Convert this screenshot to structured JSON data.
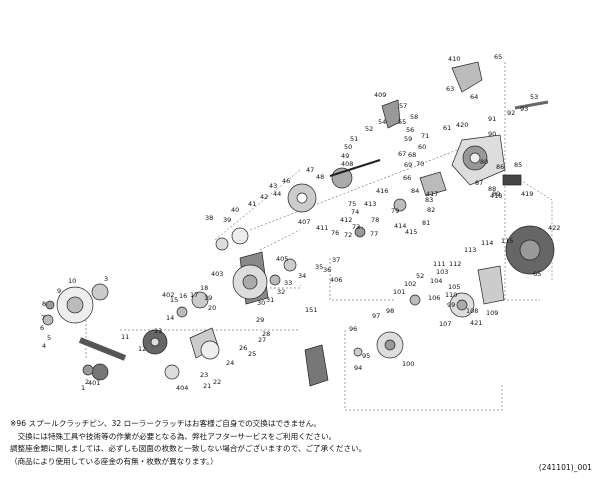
{
  "diagram": {
    "part_labels": [
      {
        "id": "410",
        "text": "410"
      },
      {
        "id": "65a",
        "text": "65"
      },
      {
        "id": "63",
        "text": "63"
      },
      {
        "id": "64",
        "text": "64"
      },
      {
        "id": "409",
        "text": "409"
      },
      {
        "id": "57",
        "text": "57"
      },
      {
        "id": "58",
        "text": "58"
      },
      {
        "id": "56",
        "text": "56"
      },
      {
        "id": "91",
        "text": "91"
      },
      {
        "id": "92",
        "text": "92"
      },
      {
        "id": "93",
        "text": "93"
      },
      {
        "id": "53",
        "text": "53"
      },
      {
        "id": "54",
        "text": "54"
      },
      {
        "id": "55",
        "text": "55"
      },
      {
        "id": "52",
        "text": "52"
      },
      {
        "id": "51",
        "text": "51"
      },
      {
        "id": "50",
        "text": "50"
      },
      {
        "id": "61",
        "text": "61"
      },
      {
        "id": "420",
        "text": "420"
      },
      {
        "id": "90",
        "text": "90"
      },
      {
        "id": "71",
        "text": "71"
      },
      {
        "id": "59",
        "text": "59"
      },
      {
        "id": "60",
        "text": "60"
      },
      {
        "id": "49",
        "text": "49"
      },
      {
        "id": "408",
        "text": "408"
      },
      {
        "id": "67",
        "text": "67"
      },
      {
        "id": "68",
        "text": "68"
      },
      {
        "id": "70",
        "text": "70"
      },
      {
        "id": "69",
        "text": "69"
      },
      {
        "id": "48",
        "text": "48"
      },
      {
        "id": "47",
        "text": "47"
      },
      {
        "id": "46",
        "text": "46"
      },
      {
        "id": "80",
        "text": "80"
      },
      {
        "id": "86",
        "text": "86"
      },
      {
        "id": "85",
        "text": "85"
      },
      {
        "id": "87",
        "text": "87"
      },
      {
        "id": "88",
        "text": "88"
      },
      {
        "id": "89",
        "text": "89"
      },
      {
        "id": "66",
        "text": "66"
      },
      {
        "id": "416",
        "text": "416"
      },
      {
        "id": "84",
        "text": "84"
      },
      {
        "id": "417",
        "text": "417"
      },
      {
        "id": "418",
        "text": "418"
      },
      {
        "id": "419",
        "text": "419"
      },
      {
        "id": "43",
        "text": "43"
      },
      {
        "id": "44",
        "text": "44"
      },
      {
        "id": "42",
        "text": "42"
      },
      {
        "id": "41",
        "text": "41"
      },
      {
        "id": "40",
        "text": "40"
      },
      {
        "id": "39",
        "text": "39"
      },
      {
        "id": "38",
        "text": "38"
      },
      {
        "id": "75",
        "text": "75"
      },
      {
        "id": "74",
        "text": "74"
      },
      {
        "id": "413",
        "text": "413"
      },
      {
        "id": "412",
        "text": "412"
      },
      {
        "id": "73",
        "text": "73"
      },
      {
        "id": "72",
        "text": "72"
      },
      {
        "id": "411",
        "text": "411"
      },
      {
        "id": "76",
        "text": "76"
      },
      {
        "id": "407",
        "text": "407"
      },
      {
        "id": "77",
        "text": "77"
      },
      {
        "id": "414",
        "text": "414"
      },
      {
        "id": "415",
        "text": "415"
      },
      {
        "id": "83",
        "text": "83"
      },
      {
        "id": "81",
        "text": "81"
      },
      {
        "id": "82",
        "text": "82"
      },
      {
        "id": "79",
        "text": "79"
      },
      {
        "id": "78",
        "text": "78"
      },
      {
        "id": "37",
        "text": "37"
      },
      {
        "id": "36",
        "text": "36"
      },
      {
        "id": "35",
        "text": "35"
      },
      {
        "id": "34",
        "text": "34"
      },
      {
        "id": "33",
        "text": "33"
      },
      {
        "id": "32",
        "text": "32"
      },
      {
        "id": "31",
        "text": "31"
      },
      {
        "id": "30",
        "text": "30"
      },
      {
        "id": "406",
        "text": "406"
      },
      {
        "id": "403",
        "text": "403"
      },
      {
        "id": "405",
        "text": "405"
      },
      {
        "id": "422",
        "text": "422"
      },
      {
        "id": "115",
        "text": "115"
      },
      {
        "id": "65b",
        "text": "65"
      },
      {
        "id": "114",
        "text": "114"
      },
      {
        "id": "113",
        "text": "113"
      },
      {
        "id": "111",
        "text": "111"
      },
      {
        "id": "112",
        "text": "112"
      },
      {
        "id": "103",
        "text": "103"
      },
      {
        "id": "52b",
        "text": "52"
      },
      {
        "id": "104",
        "text": "104"
      },
      {
        "id": "102",
        "text": "102"
      },
      {
        "id": "101",
        "text": "101"
      },
      {
        "id": "105",
        "text": "105"
      },
      {
        "id": "106",
        "text": "106"
      },
      {
        "id": "99",
        "text": "99"
      },
      {
        "id": "110",
        "text": "110"
      },
      {
        "id": "108",
        "text": "108"
      },
      {
        "id": "109",
        "text": "109"
      },
      {
        "id": "421",
        "text": "421"
      },
      {
        "id": "107",
        "text": "107"
      },
      {
        "id": "98",
        "text": "98"
      },
      {
        "id": "97",
        "text": "97"
      },
      {
        "id": "96",
        "text": "96"
      },
      {
        "id": "95",
        "text": "95"
      },
      {
        "id": "94",
        "text": "94"
      },
      {
        "id": "100",
        "text": "100"
      },
      {
        "id": "151",
        "text": "151"
      },
      {
        "id": "10",
        "text": "10"
      },
      {
        "id": "3",
        "text": "3"
      },
      {
        "id": "9",
        "text": "9"
      },
      {
        "id": "8",
        "text": "8"
      },
      {
        "id": "7",
        "text": "7"
      },
      {
        "id": "6",
        "text": "6"
      },
      {
        "id": "5",
        "text": "5"
      },
      {
        "id": "4",
        "text": "4"
      },
      {
        "id": "2",
        "text": "2"
      },
      {
        "id": "1",
        "text": "1"
      },
      {
        "id": "401",
        "text": "401"
      },
      {
        "id": "11",
        "text": "11"
      },
      {
        "id": "12",
        "text": "12"
      },
      {
        "id": "13",
        "text": "13"
      },
      {
        "id": "14",
        "text": "14"
      },
      {
        "id": "15",
        "text": "15"
      },
      {
        "id": "402",
        "text": "402"
      },
      {
        "id": "16",
        "text": "16"
      },
      {
        "id": "17",
        "text": "17"
      },
      {
        "id": "18",
        "text": "18"
      },
      {
        "id": "19",
        "text": "19"
      },
      {
        "id": "20",
        "text": "20"
      },
      {
        "id": "21",
        "text": "21"
      },
      {
        "id": "22",
        "text": "22"
      },
      {
        "id": "23",
        "text": "23"
      },
      {
        "id": "24",
        "text": "24"
      },
      {
        "id": "25",
        "text": "25"
      },
      {
        "id": "26",
        "text": "26"
      },
      {
        "id": "27",
        "text": "27"
      },
      {
        "id": "28",
        "text": "28"
      },
      {
        "id": "29",
        "text": "29"
      },
      {
        "id": "404",
        "text": "404"
      }
    ]
  },
  "notes": {
    "line1": "※96 スプールクラッチピン、32 ローラークラッチはお客様ご自身での交換はできません。",
    "line2": "　交換には特殊工具や技術等の作業が必要となる為、弊社アフターサービスをご利用ください。",
    "line3": "調整座金類に関しましては、必ずしも図面の枚数と一致しない場合がございますので、ご了承ください。",
    "line4": "（商品により使用している座金の有無・枚数が異なります。）"
  },
  "doc_code": "(241101)_001"
}
